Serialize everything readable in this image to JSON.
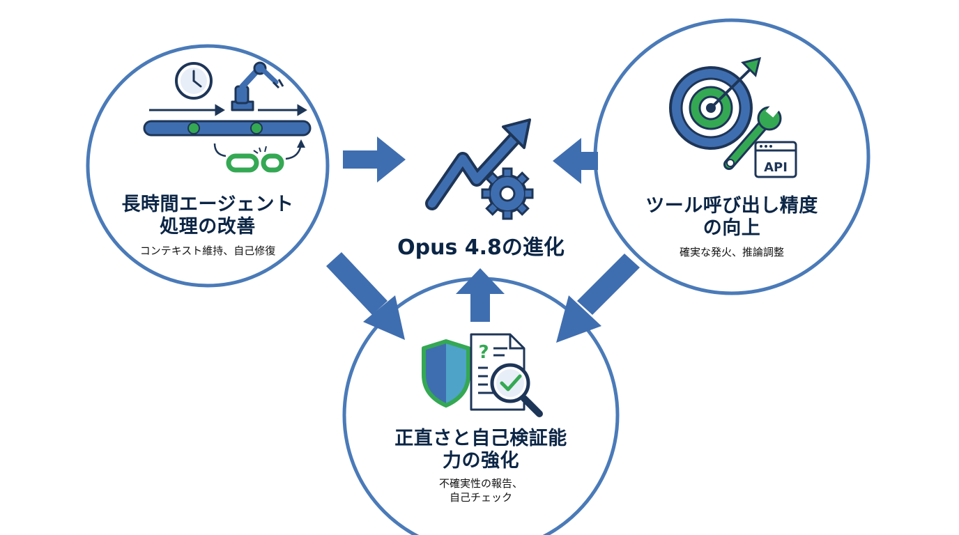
{
  "center": {
    "title": "Opus 4.8の進化"
  },
  "nodes": {
    "long_agent": {
      "title_line1": "長時間エージェント",
      "title_line2": "処理の改善",
      "subtitle": "コンテキスト維持、自己修復"
    },
    "tool_call": {
      "title_line1": "ツール呼び出し精度",
      "title_line2": "の向上",
      "subtitle": "確実な発火、推論調整"
    },
    "honesty": {
      "title_line1": "正直さと自己検証能",
      "title_line2": "力の強化",
      "subtitle_line1": "不確実性の報告、",
      "subtitle_line2": "自己チェック"
    }
  },
  "icons": {
    "api_label": "API"
  },
  "colors": {
    "blue": "#3f6eb0",
    "navy": "#1d3557",
    "green": "#34a853",
    "ring": "#4a7ab8"
  }
}
